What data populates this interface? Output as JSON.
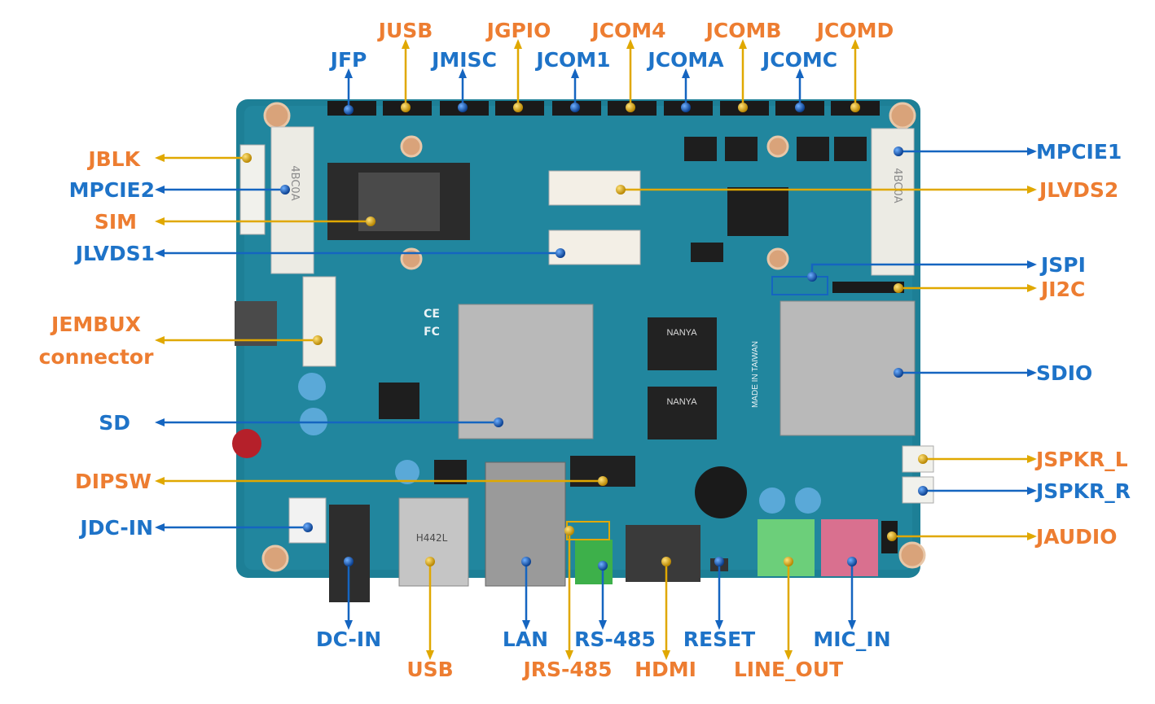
{
  "colors": {
    "orange_label": "#ED7D31",
    "blue_label": "#1E73C8",
    "gold_line": "#E0A800",
    "blue_line": "#1565C0",
    "board": "#1d7f96"
  },
  "board": {
    "silkscreen": [
      "4BC0A",
      "4BC0A",
      "NANYA",
      "NANYA",
      "MADE IN TAIWAN",
      "H442L",
      "CE",
      "FC"
    ]
  },
  "callouts": [
    {
      "text": "JFP",
      "kind": "blue"
    },
    {
      "text": "JUSB",
      "kind": "orange"
    },
    {
      "text": "JMISC",
      "kind": "blue"
    },
    {
      "text": "JGPIO",
      "kind": "orange"
    },
    {
      "text": "JCOM1",
      "kind": "blue"
    },
    {
      "text": "JCOM4",
      "kind": "orange"
    },
    {
      "text": "JCOMA",
      "kind": "blue"
    },
    {
      "text": "JCOMB",
      "kind": "orange"
    },
    {
      "text": "JCOMC",
      "kind": "blue"
    },
    {
      "text": "JCOMD",
      "kind": "orange"
    },
    {
      "text": "JBLK",
      "kind": "orange"
    },
    {
      "text": "MPCIE2",
      "kind": "blue"
    },
    {
      "text": "SIM",
      "kind": "orange"
    },
    {
      "text": "JLVDS1",
      "kind": "blue"
    },
    {
      "text": "JEMBUX",
      "text2": "connector",
      "kind": "orange"
    },
    {
      "text": "SD",
      "kind": "blue"
    },
    {
      "text": "DIPSW",
      "kind": "orange"
    },
    {
      "text": "JDC-IN",
      "kind": "blue"
    },
    {
      "text": "MPCIE1",
      "kind": "blue"
    },
    {
      "text": "JLVDS2",
      "kind": "orange"
    },
    {
      "text": "JSPI",
      "kind": "blue"
    },
    {
      "text": "JI2C",
      "kind": "orange"
    },
    {
      "text": "SDIO",
      "kind": "blue"
    },
    {
      "text": "JSPKR_L",
      "kind": "orange"
    },
    {
      "text": "JSPKR_R",
      "kind": "blue"
    },
    {
      "text": "JAUDIO",
      "kind": "orange"
    },
    {
      "text": "DC-IN",
      "kind": "blue"
    },
    {
      "text": "USB",
      "kind": "orange"
    },
    {
      "text": "LAN",
      "kind": "blue"
    },
    {
      "text": "JRS-485",
      "kind": "orange"
    },
    {
      "text": "RS-485",
      "kind": "blue"
    },
    {
      "text": "HDMI",
      "kind": "orange"
    },
    {
      "text": "RESET",
      "kind": "blue"
    },
    {
      "text": "LINE_OUT",
      "kind": "orange"
    },
    {
      "text": "MIC_IN",
      "kind": "blue"
    }
  ]
}
